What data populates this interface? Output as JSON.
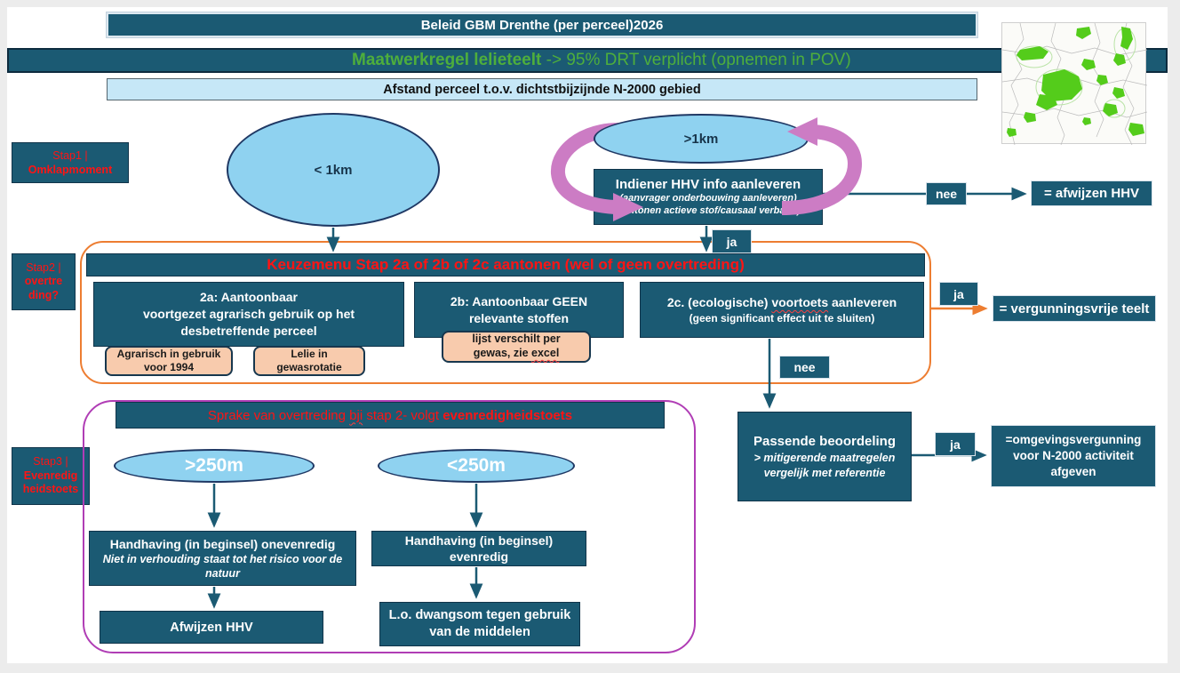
{
  "header": {
    "title_bar": "Beleid GBM Drenthe (per perceel)2026",
    "subtitle_bold": "Maatwerkregel lelieteelt",
    "subtitle_rest": " -> 95% DRT verplicht (opnemen in POV)",
    "distance_bar": "Afstand perceel t.o.v. dichtstbijzijnde N-2000 gebied"
  },
  "step1": {
    "label1": "Stap1 |",
    "label2": "Omklapmoment",
    "ellipse_lt1km": "< 1km",
    "ellipse_gt1km": ">1km",
    "indiener_title": "Indiener HHV info aanleveren",
    "indiener_sub1": "(aanvrager onderbouwing aanleveren)",
    "indiener_sub2": "Aantonen actieve stof/causaal verband)",
    "nee_label": "nee",
    "afwijzen_hhv": "= afwijzen HHV",
    "ja_label": "ja"
  },
  "step2": {
    "label1": "Stap2 |",
    "label2": "overtre",
    "label3": "ding?",
    "menu_title": "Keuzemenu Stap 2a of 2b of 2c aantonen (wel of geen overtreding)",
    "box2a_line1": "2a: Aantoonbaar",
    "box2a_line2": "voortgezet agrarisch gebruik op het",
    "box2a_line3": "desbetreffende perceel",
    "note_agrarisch_1": "Agrarisch in gebruik",
    "note_agrarisch_2": "voor 1994",
    "note_lelie_1": "Lelie in",
    "note_lelie_2": "gewasrotatie",
    "box2b_line1": "2b: Aantoonbaar GEEN",
    "box2b_line2": "relevante stoffen",
    "note_lijst_1": "lijst verschilt per",
    "note_lijst_2a": "gewas, zie ",
    "note_lijst_2b": "excel",
    "box2c_pre": "2c. (ecologische) ",
    "box2c_wavy": "voortoets",
    "box2c_post": " aanleveren",
    "box2c_line2": "(geen significant effect uit te sluiten)",
    "ja_label": "ja",
    "nee_label": "nee",
    "vergunningsvrij": "= vergunningsvrije teelt"
  },
  "step3": {
    "label1": "Stap3 |",
    "label2": "Evenredig",
    "label3": "heidstoets",
    "header_pre": "Sprake van overtreding ",
    "header_wavy": "bji",
    "header_mid": " stap 2- volgt ",
    "header_bold": "evenredigheidstoets",
    "ellipse_gt250": ">250m",
    "ellipse_lt250": "<250m",
    "handhaving_onevenredig_1": "Handhaving (in beginsel) onevenredig",
    "handhaving_onevenredig_2": "Niet in verhouding staat tot het risico voor de natuur",
    "afwijzen_hhv": "Afwijzen HHV",
    "handhaving_evenredig_1": "Handhaving (in beginsel)",
    "handhaving_evenredig_2": "evenredig",
    "dwangsom_1": "L.o. dwangsom tegen gebruik",
    "dwangsom_2": "van de middelen"
  },
  "assessment": {
    "passende_title": "Passende beoordeling",
    "passende_sub1": "> mitigerende maatregelen",
    "passende_sub2": "vergelijk met referentie",
    "ja_label": "ja",
    "omgeving_1": "=omgevingsvergunning",
    "omgeving_2": "voor N-2000 activiteit",
    "omgeving_3": "afgeven"
  },
  "icons": {
    "map": "drenthe-n2000-map-thumbnail",
    "cycle_arrows": "pink-cycle-arrows"
  },
  "colors": {
    "teal_box": "#1b5a73",
    "light_blue_ellipse": "#8fd2f0",
    "pale_blue_bar": "#c6e7f7",
    "peach_note": "#f8cbad",
    "orange_border": "#ed7d31",
    "purple_border": "#b03db5",
    "pink_arrow": "#cc7cc4",
    "red_text": "#ff1414",
    "green_text": "#4eae3c",
    "map_green": "#54cc1b"
  }
}
